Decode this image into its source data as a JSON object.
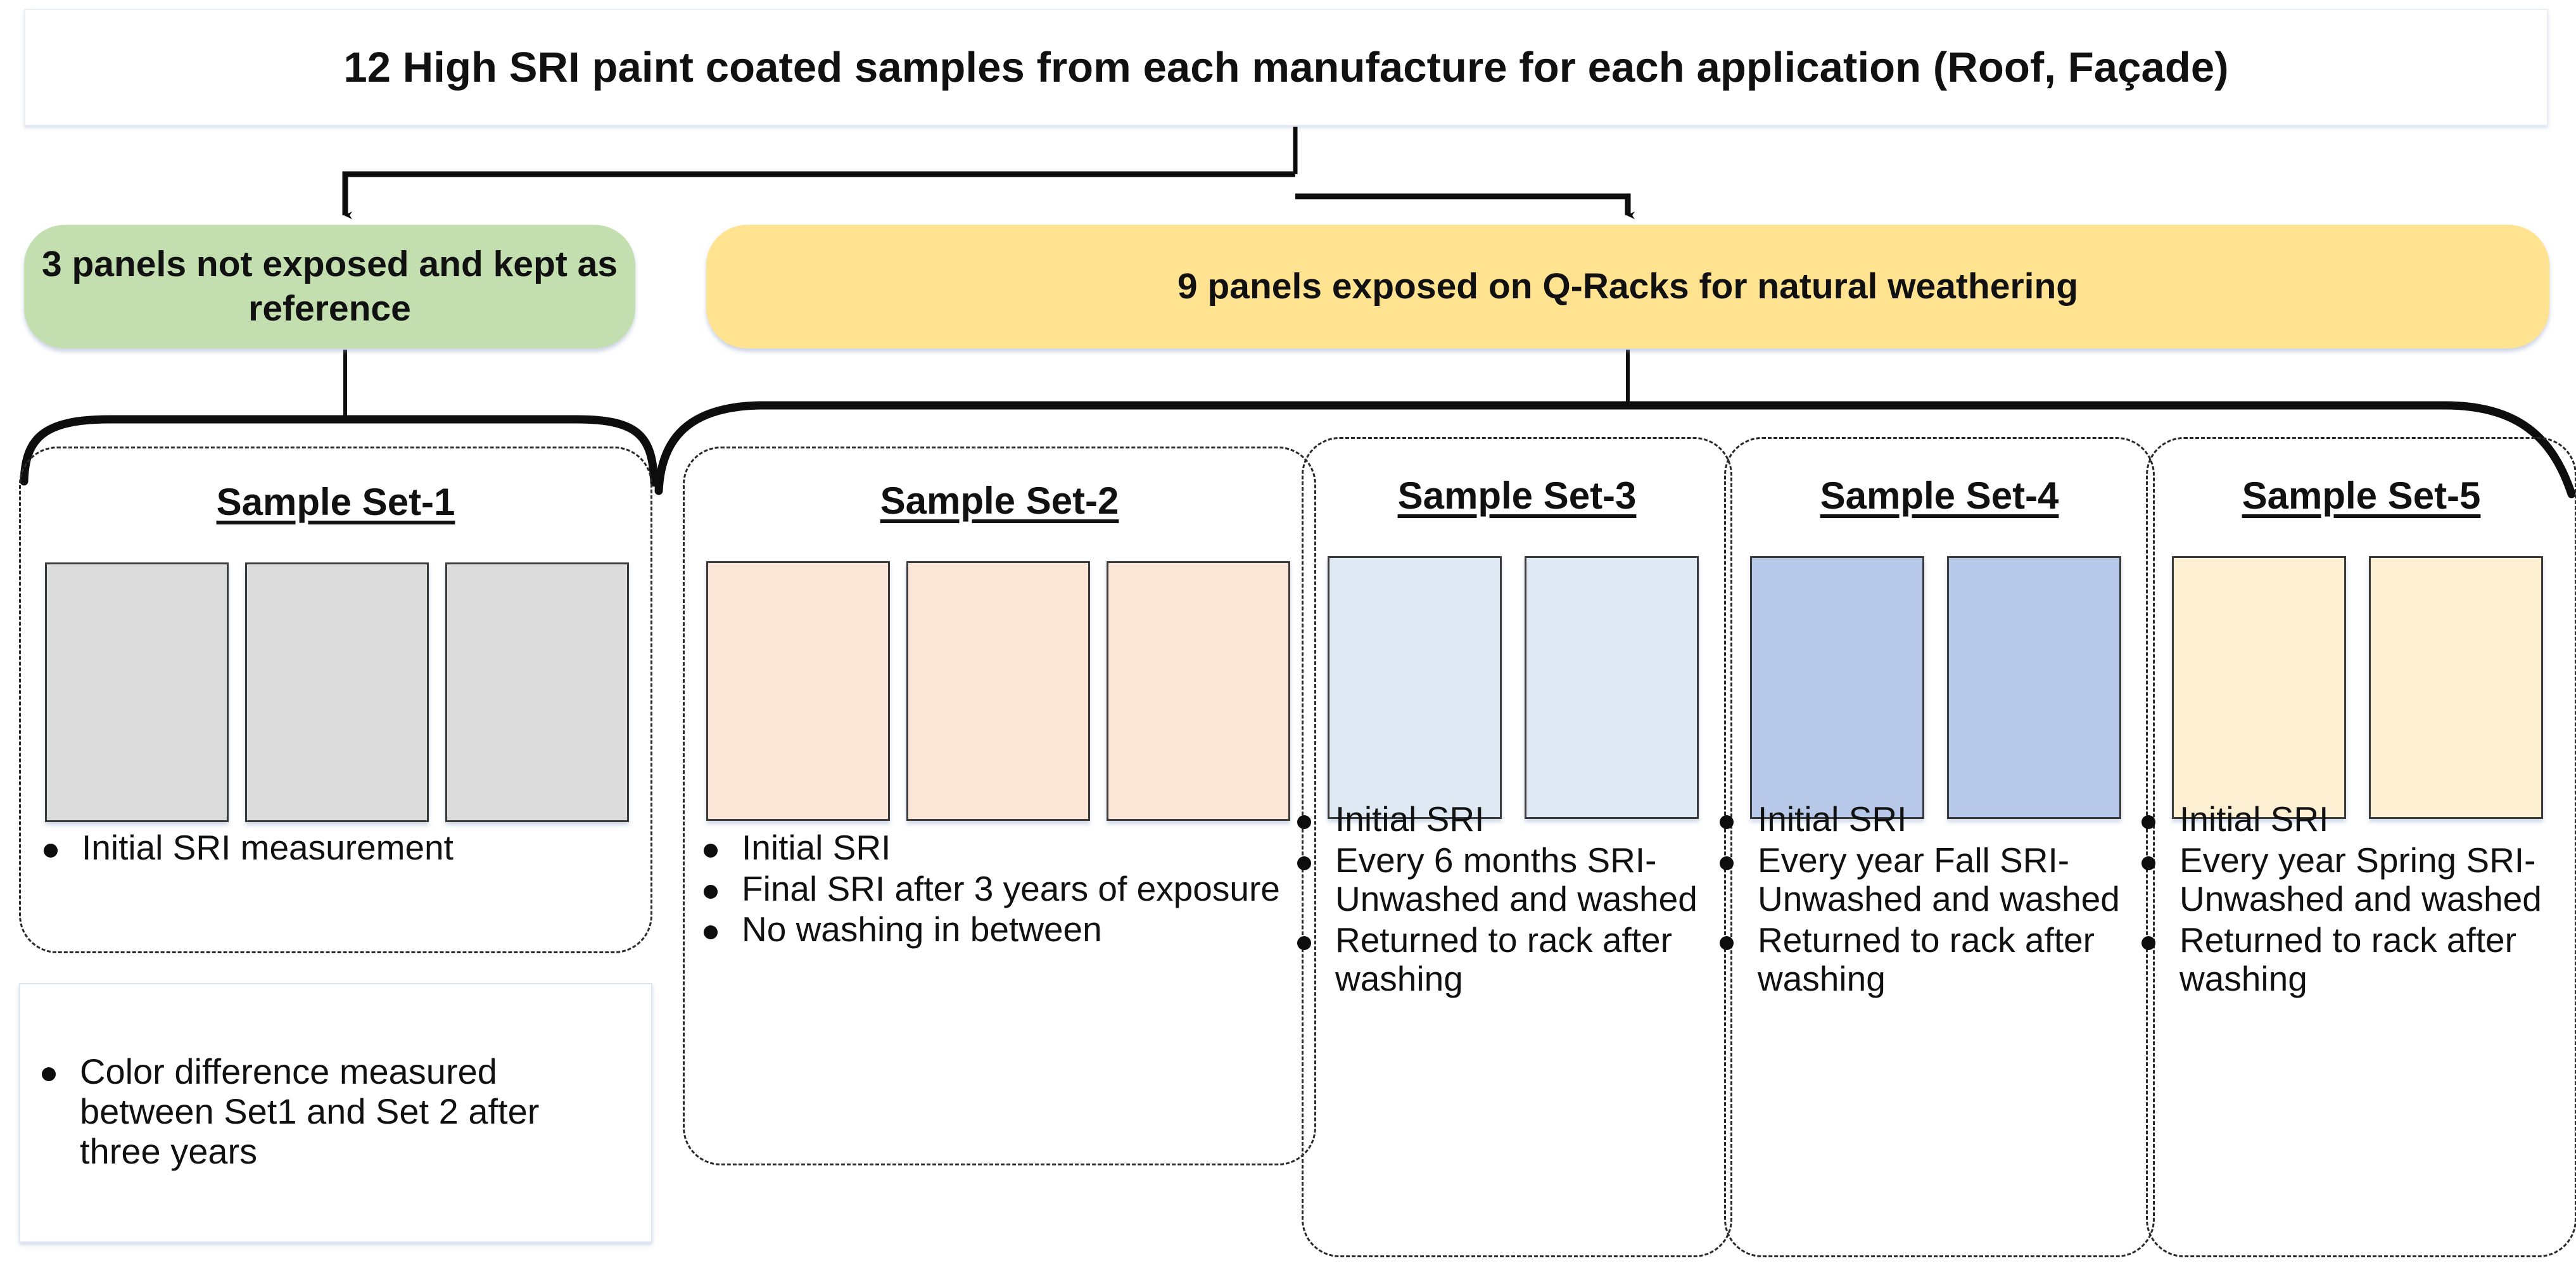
{
  "diagram": {
    "title": "12 High SRI paint coated samples from each manufacture for each application (Roof, Façade)",
    "branches": [
      {
        "id": "reference",
        "label": "3 panels not exposed and kept as reference",
        "color": "#c3dfaf"
      },
      {
        "id": "exposed",
        "label": "9 panels exposed on Q-Racks for natural weathering",
        "color": "#ffe391"
      }
    ],
    "sets": [
      {
        "title": "Sample Set-1",
        "panel_count": 3,
        "panel_color": "#dcdcdc",
        "bullets": [
          "Initial SRI measurement"
        ]
      },
      {
        "title": "Sample Set-2",
        "panel_count": 3,
        "panel_color": "#fae5d6",
        "bullets": [
          "Initial SRI",
          "Final SRI  after 3 years of exposure",
          "No washing in between"
        ]
      },
      {
        "title": "Sample Set-3",
        "panel_count": 2,
        "panel_color": "#dee9f4",
        "bullets": [
          "Initial SRI",
          "Every 6 months SRI- Unwashed and washed",
          "Returned to rack after washing"
        ]
      },
      {
        "title": "Sample Set-4",
        "panel_count": 2,
        "panel_color": "#b7c8e8",
        "bullets": [
          "Initial SRI",
          "Every year Fall SRI- Unwashed and washed",
          "Returned to rack after washing"
        ]
      },
      {
        "title": "Sample Set-5",
        "panel_count": 2,
        "panel_color": "#fdf0d2",
        "bullets": [
          "Initial SRI",
          "Every year Spring SRI- Unwashed and washed",
          "Returned to rack after washing"
        ]
      }
    ],
    "note": {
      "text": "Color difference measured between Set1 and Set 2 after three years"
    },
    "colors": {
      "line": "#0d0d0d",
      "card_border": "#2a2a2a",
      "panel_border": "#3b3b3b",
      "text": "#111111"
    }
  }
}
